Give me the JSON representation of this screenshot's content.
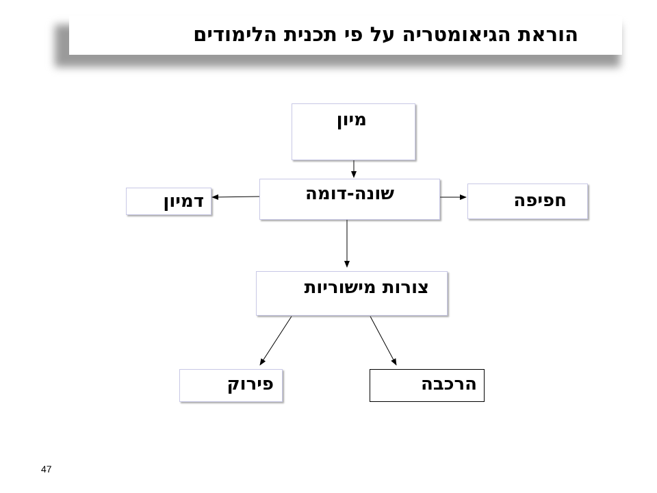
{
  "title": "הוראת הגיאומטריה על פי תכנית הלימודים",
  "nodes": {
    "sorting": "מיון",
    "different_similar": "שונה-דומה",
    "similarity": "דמיון",
    "congruence": "חפיפה",
    "plane_shapes": "צורות מישוריות",
    "decomposition": "פירוק",
    "composition": "הרכבה"
  },
  "page_number": "47"
}
